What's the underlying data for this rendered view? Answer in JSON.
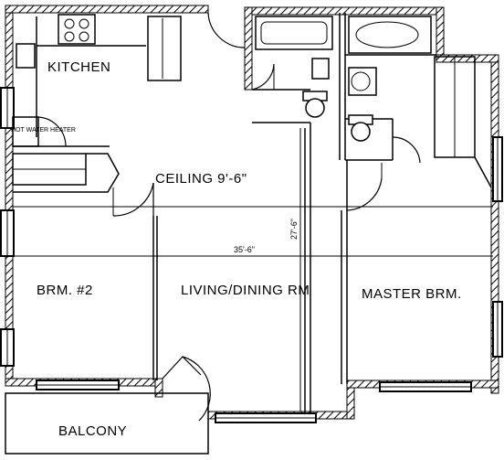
{
  "labels": {
    "kitchen": "KITCHEN",
    "ceiling": "CEILING 9'-6\"",
    "bedroom2": "BRM. #2",
    "living": "LIVING/DINING RM",
    "master": "MASTER BRM.",
    "balcony": "BALCONY",
    "water_heater": "HOT WATER HEATER",
    "dim_width": "35'-6\"",
    "dim_depth": "27'-6\""
  },
  "colors": {
    "wall_hatch": "#000000",
    "background": "#ffffff"
  }
}
